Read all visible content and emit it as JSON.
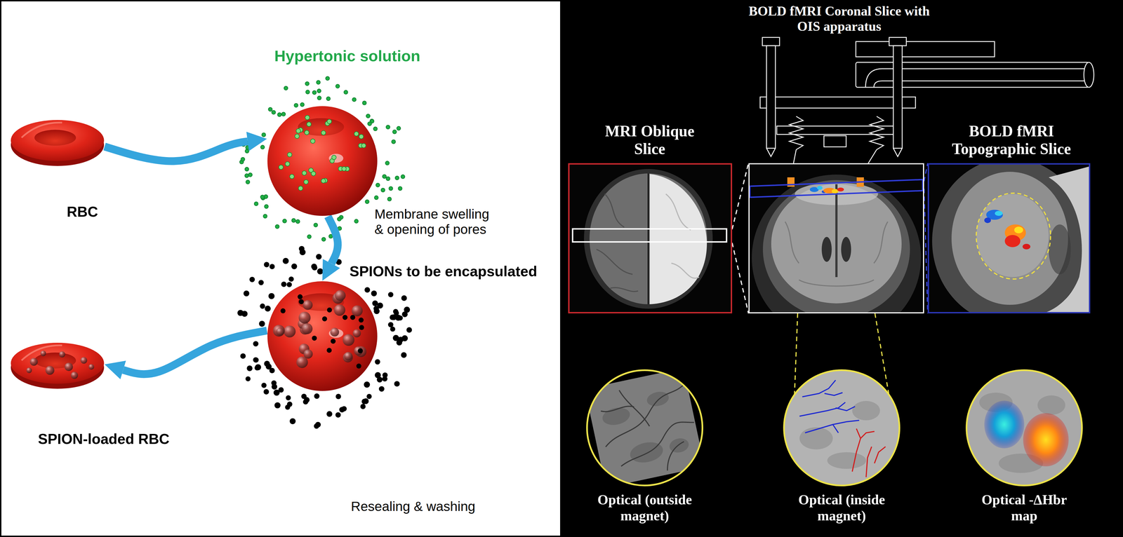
{
  "diagram": {
    "nodes": [
      {
        "text": [
          "RBC"
        ]
      },
      {
        "text": [
          "Hypertonic solution"
        ]
      },
      {
        "text": [
          "SPIONs to be encapsulated"
        ]
      },
      {
        "text": [
          "SPION-loaded RBC"
        ]
      },
      {
        "text": [
          "BOLD fMRI Coronal Slice with OIS apparatus"
        ]
      },
      {
        "text": [
          "MRI Oblique Slice"
        ]
      },
      {
        "text": [
          "BOLD fMRI Topographic Slice"
        ]
      },
      {
        "text": [
          "Optical (outside magnet)"
        ]
      },
      {
        "text": [
          "Optical (inside magnet)"
        ]
      },
      {
        "text": [
          "Optical -ΔHbr map"
        ]
      }
    ],
    "edges": [
      {
        "from": 0,
        "to": 1,
        "arrow": "to"
      },
      {
        "from": 1,
        "to": 2,
        "arrow": "to"
      },
      {
        "from": 2,
        "to": 3,
        "arrow": "to"
      },
      {
        "from": 5,
        "to": 4,
        "arrow": "none"
      },
      {
        "from": 4,
        "to": 6,
        "arrow": "none"
      },
      {
        "from": 4,
        "to": 8,
        "arrow": "none"
      }
    ],
    "labels": [
      "Membrane swelling & opening of pores",
      "Resealing & washing"
    ]
  }
}
